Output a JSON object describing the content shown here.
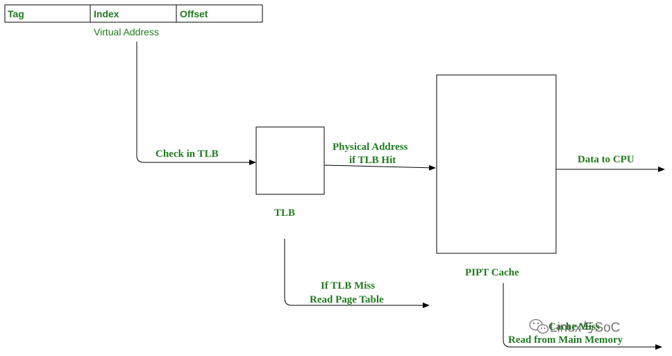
{
  "colors": {
    "label_green": "#1f7a1f",
    "line": "#000000",
    "watermark": "#444444"
  },
  "address_fields": [
    "Tag",
    "Index",
    "Offset"
  ],
  "virtual_address_label": "Virtual Address",
  "check_in_tlb_label": "Check in TLB",
  "tlb_label": "TLB",
  "physical_address_line1": "Physical Address",
  "physical_address_line2": "if TLB Hit",
  "tlb_miss_line1": "If TLB Miss",
  "tlb_miss_line2": "Read Page Table",
  "cache_label": "PIPT Cache",
  "data_to_cpu_label": "Data to CPU",
  "cache_miss_line1": "Cache Miss",
  "cache_miss_line2": "Read from Main Memory",
  "watermark_text": "Linux与SoC",
  "watermark_icon": "wechat-icon"
}
